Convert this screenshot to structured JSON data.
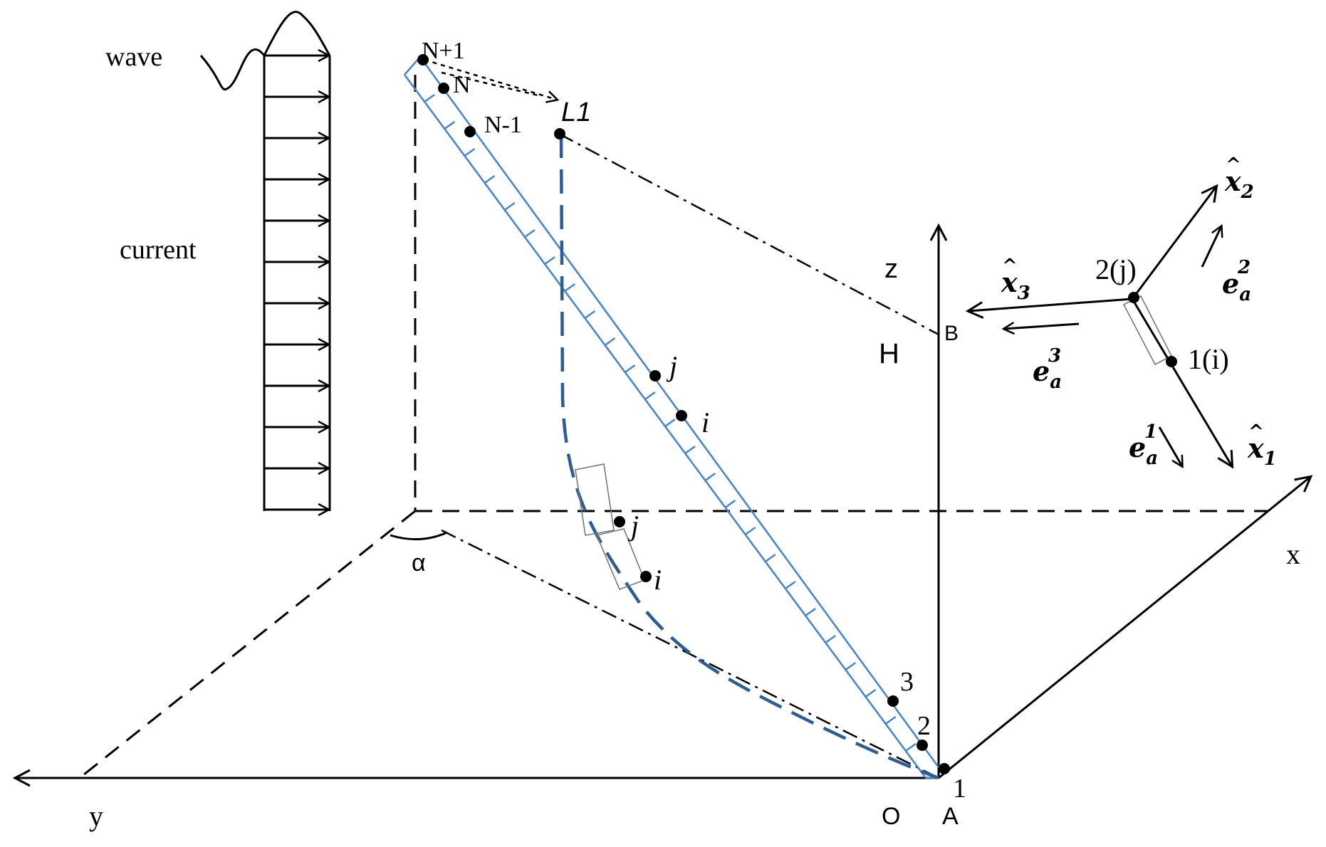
{
  "labels": {
    "wave": "wave",
    "current": "current",
    "n_plus_1": "N+1",
    "n": "N",
    "n_minus_1": "N-1",
    "l1": "L1",
    "j_upper": "j",
    "i_upper": "i",
    "j_lower": "j",
    "i_lower": "i",
    "node_3": "3",
    "node_2": "2",
    "node_1": "1",
    "z_axis": "z",
    "h": "H",
    "b": "B",
    "o": "O",
    "a": "A",
    "y_axis": "y",
    "x_axis": "x",
    "alpha": "α",
    "local_node_2j": "2(j)",
    "local_node_1i": "1(i)"
  },
  "local_frame": {
    "x1": {
      "base": "x",
      "sub": "1"
    },
    "x2": {
      "base": "x",
      "sub": "2"
    },
    "x3": {
      "base": "x",
      "sub": "3"
    },
    "e1": {
      "base": "e",
      "sub": "a",
      "sup": "1"
    },
    "e2": {
      "base": "e",
      "sub": "a",
      "sup": "2"
    },
    "e3": {
      "base": "e",
      "sub": "a",
      "sup": "3"
    }
  }
}
